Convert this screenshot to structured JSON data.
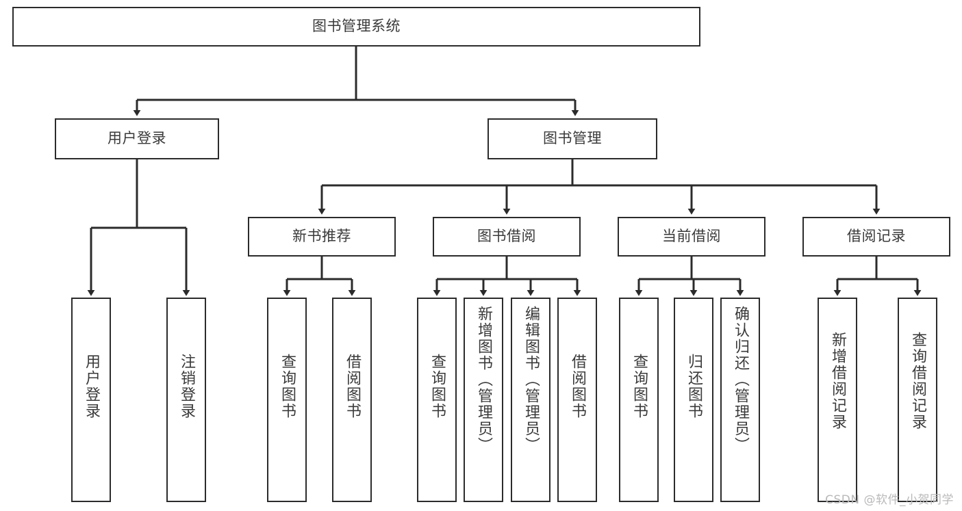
{
  "diagram": {
    "title": "图书管理系统",
    "type": "hierarchy-tree",
    "watermark": "CSDN @软件_小贺同学",
    "colors": {
      "box_border": "#2b2b2b",
      "box_fill": "#ffffff",
      "text": "#3a3a3a",
      "edge": "#2b2b2b",
      "watermark": "#b9b9b9",
      "background": "#ffffff"
    },
    "nodes": {
      "root": {
        "label": "图书管理系统"
      },
      "level1": [
        {
          "label": "用户登录"
        },
        {
          "label": "图书管理"
        }
      ],
      "level2": [
        {
          "label": "新书推荐"
        },
        {
          "label": "图书借阅"
        },
        {
          "label": "当前借阅"
        },
        {
          "label": "借阅记录"
        }
      ],
      "leaves": {
        "user_login": [
          {
            "label": "用户登录"
          },
          {
            "label": "注销登录"
          }
        ],
        "new_book_recommend": [
          {
            "label": "查询图书"
          },
          {
            "label": "借阅图书"
          }
        ],
        "book_borrow": [
          {
            "label": "查询图书"
          },
          {
            "label": "新增图书（管理员）"
          },
          {
            "label": "编辑图书（管理员）"
          },
          {
            "label": "借阅图书"
          }
        ],
        "current_borrow": [
          {
            "label": "查询图书"
          },
          {
            "label": "归还图书"
          },
          {
            "label": "确认归还（管理员）"
          }
        ],
        "borrow_record": [
          {
            "label": "新增借阅记录"
          },
          {
            "label": "查询借阅记录"
          }
        ]
      }
    }
  }
}
